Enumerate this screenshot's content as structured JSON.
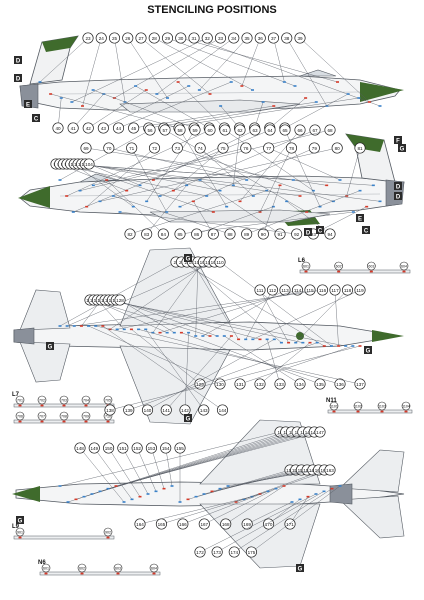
{
  "title": "STENCILING POSITIONS",
  "colors": {
    "camo_green": "#3f6b2c",
    "steel": "#8a909a",
    "outline": "#555b63",
    "stencil_red": "#d43a2a",
    "stencil_blue": "#3a82c9",
    "callout_fill": "#ffffff",
    "letter_box": "#2b2b2b"
  },
  "icons": [
    "callout-circle-icon",
    "letter-box-icon",
    "leader-line-icon"
  ],
  "views": [
    {
      "id": "upper-left-side",
      "callouts": [
        "23",
        "24",
        "25",
        "26",
        "27",
        "28",
        "29",
        "30",
        "31",
        "32",
        "33",
        "34",
        "35",
        "36",
        "37",
        "38",
        "39",
        "40",
        "41",
        "42",
        "43",
        "44",
        "45",
        "46",
        "47",
        "48",
        "49",
        "50",
        "51",
        "52",
        "53",
        "54",
        "55"
      ],
      "letters": [
        "D",
        "D",
        "E",
        "C"
      ]
    },
    {
      "id": "right-side",
      "callouts": [
        "56",
        "57",
        "58",
        "59",
        "60",
        "61",
        "62",
        "63",
        "64",
        "65",
        "66",
        "67",
        "68",
        "69",
        "70",
        "71",
        "72",
        "73",
        "74",
        "75",
        "76",
        "77",
        "78",
        "79",
        "80",
        "81",
        "82",
        "83",
        "84",
        "85",
        "86",
        "87",
        "88",
        "89",
        "90",
        "91",
        "92",
        "93",
        "94",
        "95",
        "96",
        "97",
        "98",
        "99",
        "100",
        "101",
        "102",
        "103",
        "104"
      ],
      "letters": [
        "F",
        "G",
        "D",
        "D",
        "E",
        "C",
        "D",
        "C"
      ]
    },
    {
      "id": "top-view",
      "callouts": [
        "20",
        "21",
        "22",
        "105",
        "106",
        "107",
        "108",
        "109",
        "110",
        "111",
        "112",
        "113",
        "114",
        "115",
        "116",
        "117",
        "118",
        "119",
        "120",
        "121",
        "122",
        "123",
        "124",
        "125",
        "126",
        "127",
        "128",
        "129",
        "130",
        "131",
        "132",
        "133",
        "134",
        "135",
        "136",
        "137",
        "138",
        "139",
        "140",
        "141",
        "142",
        "143",
        "144"
      ],
      "letters": [
        "G",
        "G",
        "G"
      ]
    },
    {
      "id": "bottom-view",
      "callouts": [
        "10",
        "11",
        "12",
        "13",
        "14",
        "145",
        "146",
        "147",
        "148",
        "149",
        "150",
        "151",
        "152",
        "153",
        "154",
        "155",
        "156",
        "157",
        "158",
        "159",
        "160",
        "161",
        "162",
        "163",
        "164",
        "165",
        "166",
        "167",
        "168",
        "169",
        "170",
        "171",
        "172",
        "173",
        "174",
        "175"
      ],
      "letters": [
        "G",
        "G",
        "G"
      ]
    }
  ],
  "pylons": {
    "L6": {
      "label": "L6",
      "items": [
        "601",
        "602",
        "603",
        "604"
      ]
    },
    "L7": {
      "label": "L7",
      "items": [
        "701",
        "702",
        "703",
        "704",
        "705",
        "706",
        "707",
        "708",
        "709",
        "710"
      ]
    },
    "N11": {
      "label": "N11",
      "items": [
        "1101",
        "1102",
        "1103",
        "1104"
      ]
    },
    "L9": {
      "label": "L9",
      "items": [
        "901",
        "902"
      ]
    },
    "N6": {
      "label": "N6",
      "items": [
        "601",
        "602",
        "603",
        "604"
      ]
    }
  }
}
